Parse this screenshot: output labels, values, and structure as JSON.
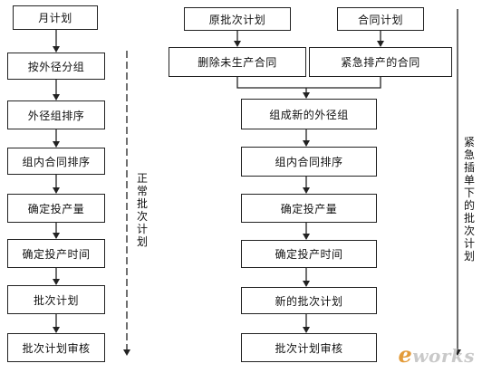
{
  "diagram": {
    "left_flow": {
      "start": "月计划",
      "steps": [
        "按外径分组",
        "外径组排序",
        "组内合同排序",
        "确定投产量",
        "确定投产时间",
        "批次计划",
        "批次计划审核"
      ],
      "side_label": "正常批次计划"
    },
    "right_flow": {
      "input_a": "原批次计划",
      "input_b": "合同计划",
      "branch_a": "删除未生产合同",
      "branch_b": "紧急排产的合同",
      "merge": "组成新的外径组",
      "steps": [
        "组内合同排序",
        "确定投产量",
        "确定投产时间",
        "新的批次计划",
        "批次计划审核"
      ],
      "side_label": "紧急插单下的批次计划"
    }
  },
  "watermark": {
    "prefix": "e",
    "rest": "works"
  }
}
